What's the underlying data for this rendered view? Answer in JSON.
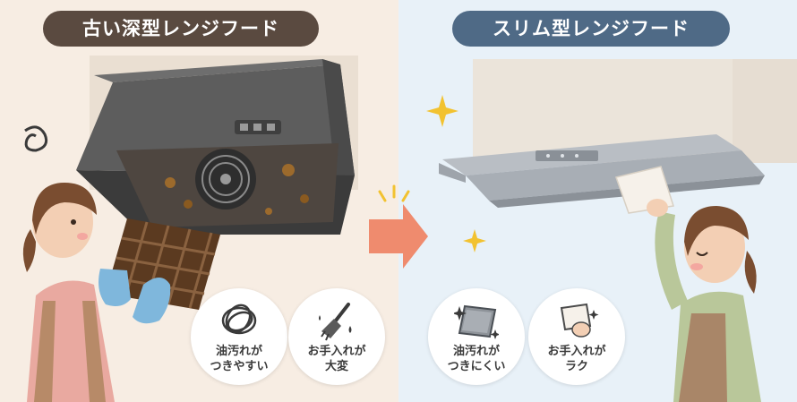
{
  "left": {
    "title": "古い深型レンジフード",
    "badges": [
      {
        "icon": "oil-scribble-icon",
        "line1": "油汚れが",
        "line2": "つきやすい"
      },
      {
        "icon": "brush-icon",
        "line1": "お手入れが",
        "line2": "大変"
      }
    ]
  },
  "right": {
    "title": "スリム型レンジフード",
    "badges": [
      {
        "icon": "flat-panel-icon",
        "line1": "油汚れが",
        "line2": "つきにくい"
      },
      {
        "icon": "wiping-cloth-icon",
        "line1": "お手入れが",
        "line2": "ラク"
      }
    ]
  },
  "colors": {
    "left_bg": "#f7ede3",
    "right_bg": "#e8f1f8",
    "left_pill": "#5a4a40",
    "right_pill": "#4f6a86",
    "arrow": "#ef8b6e",
    "sparkle": "#f2c230"
  }
}
